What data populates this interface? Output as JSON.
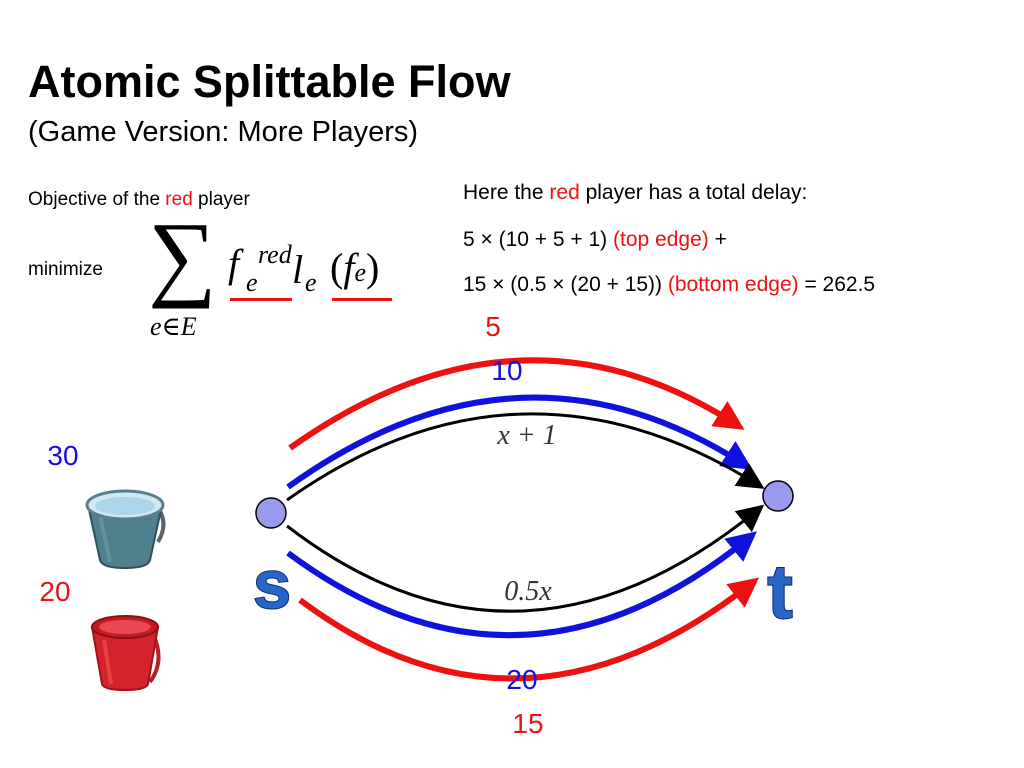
{
  "title": "Atomic Splittable Flow",
  "subtitle": "(Game Version: More Players)",
  "objective": {
    "prefix": "Objective of the ",
    "highlight": "red",
    "suffix": " player",
    "minimize_label": "minimize",
    "formula": {
      "sum_symbol": "∑",
      "sum_subscript": "e∈E",
      "flow_symbol": "f",
      "flow_superscript": "red",
      "flow_subscript": "e",
      "latency_symbol": "l",
      "latency_subscript": "e",
      "arg_open": "(",
      "arg_symbol": "f",
      "arg_subscript": "e",
      "arg_close": ")"
    }
  },
  "delay_text": {
    "line1_prefix": "Here the ",
    "line1_highlight": "red",
    "line1_suffix": " player has a total delay:",
    "line2_main": "5  × (10 + 5 + 1) ",
    "line2_label": "(top edge)",
    "line2_tail": " +",
    "line3_main": "15  ×  (0.5  × (20 + 15)) ",
    "line3_label": "(bottom edge)",
    "line3_tail": " = 262.5"
  },
  "graph": {
    "source_label": "s",
    "sink_label": "t",
    "top_edge_latency": "x + 1",
    "bottom_edge_latency": "0.5x",
    "top_red_flow": "5",
    "top_blue_flow": "10",
    "bottom_blue_flow": "20",
    "bottom_red_flow": "15",
    "node_color": "#9999ee"
  },
  "players": {
    "blue_demand": "30",
    "red_demand": "20",
    "blue_color": "#1111dd",
    "red_color": "#ee1111"
  }
}
